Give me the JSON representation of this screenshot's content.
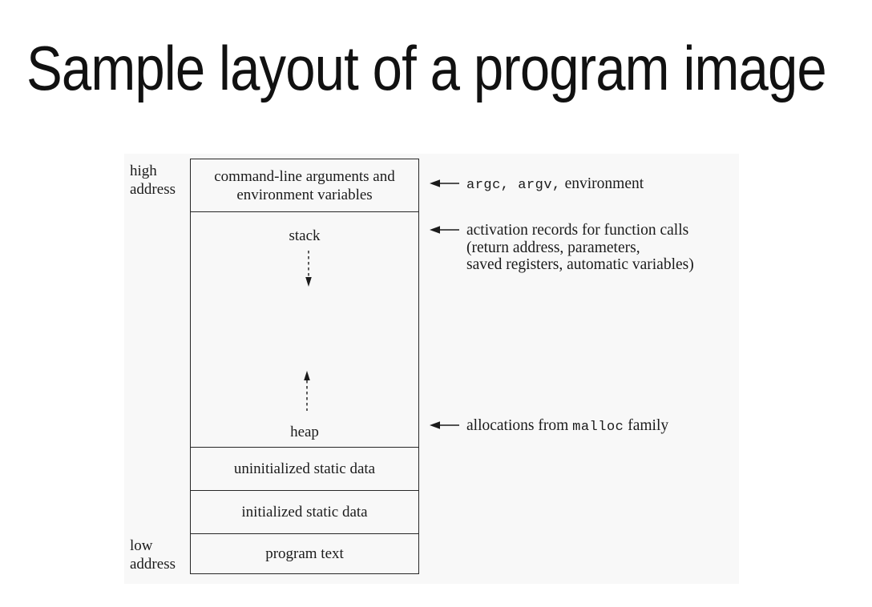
{
  "title": "Sample layout of a program image",
  "diagram": {
    "labels": {
      "high_address": "high address",
      "low_address": "low address"
    },
    "segments": [
      {
        "label": "command-line arguments and environment variables"
      },
      {
        "label": "stack"
      },
      {
        "label": "heap"
      },
      {
        "label": "uninitialized static data"
      },
      {
        "label": "initialized static data"
      },
      {
        "label": "program text"
      }
    ],
    "annotations": {
      "args": {
        "mono": "argc, argv,",
        "rest": " environment"
      },
      "stack": {
        "line1": "activation records for function calls",
        "line2": "(return address, parameters,",
        "line3": "saved registers, automatic variables)"
      },
      "heap": {
        "pre": "allocations from ",
        "mono": "malloc",
        "post": " family"
      }
    },
    "colors": {
      "scan_background": "#f8f8f8",
      "ink": "#1b1b1b",
      "title_color": "#111111"
    }
  }
}
